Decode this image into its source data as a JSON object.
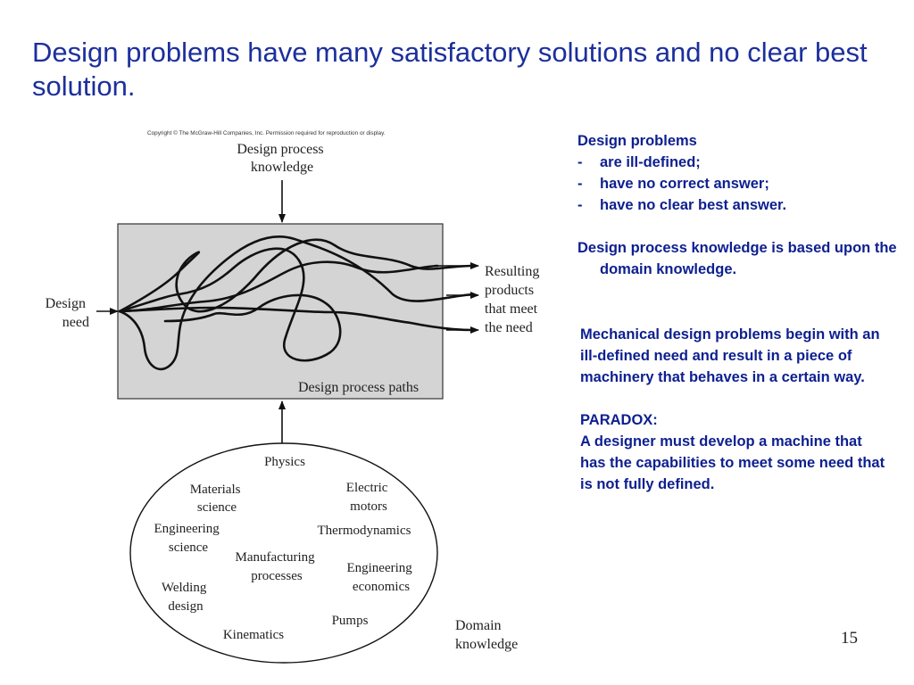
{
  "slide": {
    "title": "Design problems have many satisfactory solutions and no clear best solution.",
    "page_number": "15"
  },
  "diagram": {
    "copyright": "Copyright © The McGraw-Hill Companies, Inc.  Permission required for reproduction or display.",
    "top_input": [
      "Design process",
      "knowledge"
    ],
    "left_input": [
      "Design",
      "need"
    ],
    "outputs": [
      "Resulting",
      "products",
      "that meet",
      "the need"
    ],
    "box_label": "Design process paths",
    "domain_label": [
      "Domain",
      "knowledge"
    ],
    "domain_topics": {
      "physics": [
        "Physics"
      ],
      "materials": [
        "Materials",
        "science"
      ],
      "electric": [
        "Electric",
        "motors"
      ],
      "eng_science": [
        "Engineering",
        "science"
      ],
      "thermo": [
        "Thermodynamics"
      ],
      "manufacturing": [
        "Manufacturing",
        "processes"
      ],
      "eng_economics": [
        "Engineering",
        "economics"
      ],
      "welding": [
        "Welding",
        "design"
      ],
      "pumps": [
        "Pumps"
      ],
      "kinematics": [
        "Kinematics"
      ]
    },
    "colors": {
      "box_fill": "#d4d4d4",
      "stroke": "#111111"
    }
  },
  "notes": {
    "heading": "Design problems",
    "bullets": [
      "are ill-defined;",
      "have no correct answer;",
      "have no clear best answer."
    ],
    "bullet_marker": "-",
    "knowledge_note": "Design process knowledge is based upon the domain knowledge.",
    "mechanical_note": "Mechanical design problems begin with an ill-defined need and result in a piece of machinery that behaves in a certain way.",
    "paradox_heading": "PARADOX:",
    "paradox_text": "A designer must develop a machine that has the capabilities to meet some need that is not fully defined."
  },
  "colors": {
    "title": "#1c2f9c",
    "notes": "#0d1f8f"
  }
}
